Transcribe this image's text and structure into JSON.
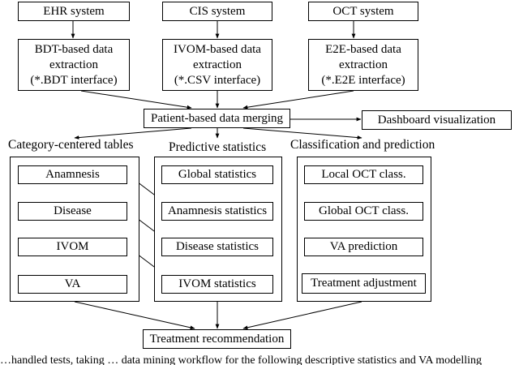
{
  "sources": {
    "ehr": "EHR system",
    "cis": "CIS system",
    "oct": "OCT system"
  },
  "extraction": {
    "bdt": [
      "BDT-based data",
      "extraction",
      "(*.BDT interface)"
    ],
    "ivom": [
      "IVOM-based data",
      "extraction",
      "(*.CSV interface)"
    ],
    "e2e": [
      "E2E-based data",
      "extraction",
      "(*.E2E interface)"
    ]
  },
  "merge": "Patient-based data merging",
  "dashboard": "Dashboard visualization",
  "groups": {
    "category": {
      "title": "Category-centered tables",
      "items": [
        "Anamnesis",
        "Disease",
        "IVOM",
        "VA"
      ]
    },
    "predictive": {
      "title": "Predictive statistics",
      "items": [
        "Global statistics",
        "Anamnesis statistics",
        "Disease statistics",
        "IVOM statistics"
      ]
    },
    "classification": {
      "title": "Classification and prediction",
      "items": [
        "Local OCT class.",
        "Global OCT class.",
        "VA prediction",
        "Treatment adjustment"
      ]
    }
  },
  "recommendation": "Treatment recommendation",
  "caption": "…handled tests, taking … data mining workflow for the following descriptive statistics and VA modelling"
}
